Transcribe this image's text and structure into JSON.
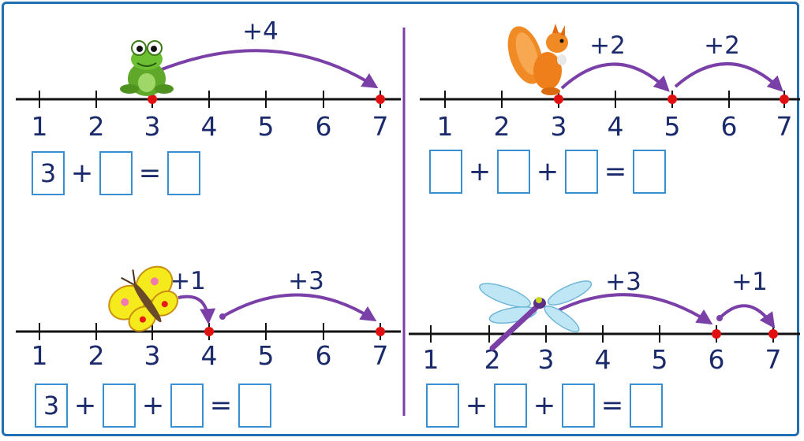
{
  "colors": {
    "frame": "#1f6fb2",
    "arc": "#7b3fa8",
    "dot": "#e01010",
    "text": "#1b2a6b",
    "box": "#3a8fd0"
  },
  "panels": {
    "frog": {
      "animal": "frog",
      "jumps": [
        "+4"
      ],
      "equation": {
        "first": "3",
        "plus": "+",
        "equals": "="
      }
    },
    "squirrel": {
      "animal": "squirrel",
      "jumps": [
        "+2",
        "+2"
      ],
      "equation": {
        "first": "",
        "plus": "+",
        "equals": "="
      }
    },
    "butterfly": {
      "animal": "butterfly",
      "jumps": [
        "+1",
        "+3"
      ],
      "equation": {
        "first": "3",
        "plus": "+",
        "equals": "="
      }
    },
    "dragonfly": {
      "animal": "dragonfly",
      "jumps": [
        "+3",
        "+1"
      ],
      "equation": {
        "first": "",
        "plus": "+",
        "equals": "="
      }
    }
  },
  "numbers": [
    "1",
    "2",
    "3",
    "4",
    "5",
    "6",
    "7"
  ]
}
